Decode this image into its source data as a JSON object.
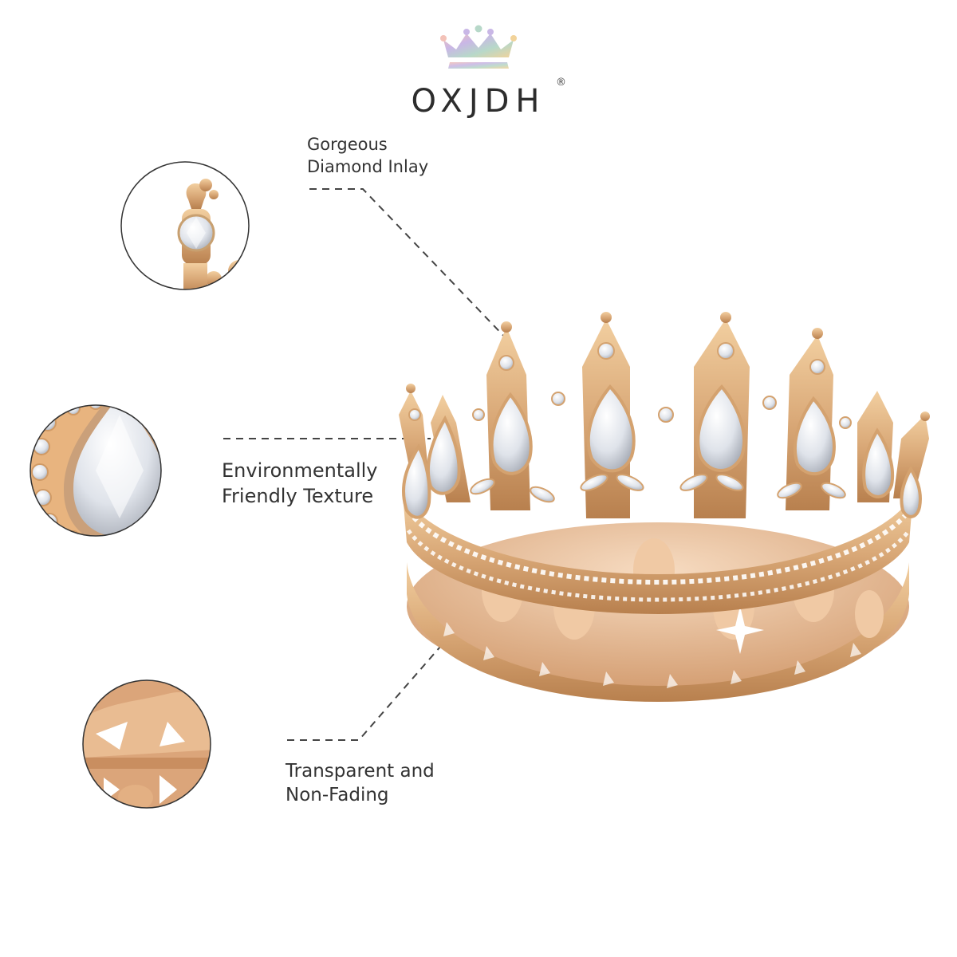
{
  "brand": {
    "name": "OXJDH",
    "registered_mark": "®",
    "colors": {
      "crown_gradient": [
        "#f3c2b8",
        "#c9b7e6",
        "#b7d8c9",
        "#f2d39a"
      ]
    }
  },
  "callouts": [
    {
      "lines": [
        "Gorgeous",
        "Diamond Inlay"
      ]
    },
    {
      "lines": [
        "Environmentally",
        "Friendly Texture"
      ]
    },
    {
      "lines": [
        "Transparent and",
        "Non-Fading"
      ]
    }
  ],
  "colors": {
    "gold": "#d9a877",
    "gold_dark": "#b8804e",
    "gem": "#eef1f6",
    "line": "#444444"
  }
}
